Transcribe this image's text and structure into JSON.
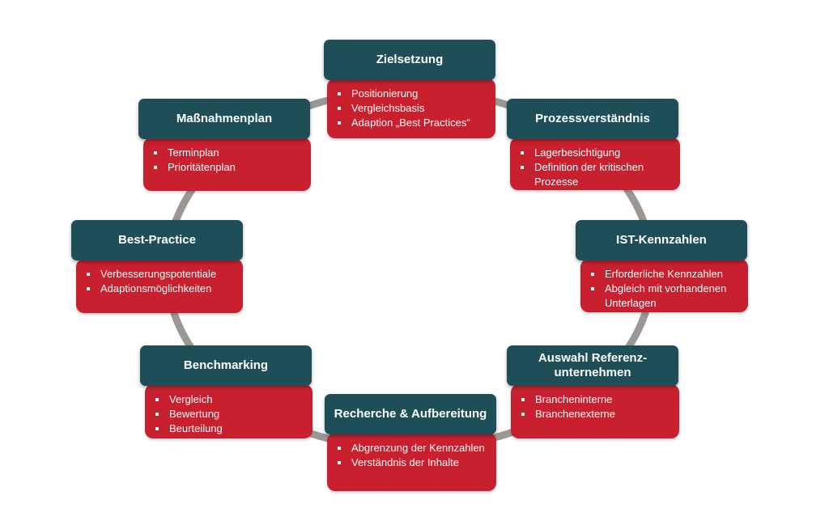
{
  "nodes": [
    {
      "title": "Zielsetzung",
      "items": [
        "Positionierung",
        "Vergleichsbasis",
        "Adaption „Best Practices“"
      ]
    },
    {
      "title": "Prozessverständnis",
      "items": [
        "Lagerbesichtigung",
        "Definition der kritischen Prozesse"
      ]
    },
    {
      "title": "IST-Kennzahlen",
      "items": [
        "Erforderliche Kennzahlen",
        "Abgleich mit vorhandenen Unterlagen"
      ]
    },
    {
      "title": "Auswahl Referenz-unternehmen",
      "items": [
        "Brancheninterne",
        "Branchenexterne"
      ]
    },
    {
      "title": "Recherche & Aufbereitung",
      "items": [
        "Abgrenzung der Kennzahlen",
        "Verständnis der Inhalte"
      ]
    },
    {
      "title": "Benchmarking",
      "items": [
        "Vergleich",
        "Bewertung",
        "Beurteilung"
      ]
    },
    {
      "title": "Best-Practice",
      "items": [
        "Verbesserungspotentiale",
        "Adaptionsmöglichkeiten"
      ]
    },
    {
      "title": "Maßnahmenplan",
      "items": [
        "Terminplan",
        "Prioritätenplan"
      ]
    }
  ],
  "colors": {
    "header": "#1e4f59",
    "body": "#c8202e",
    "ring": "#9c9794"
  }
}
